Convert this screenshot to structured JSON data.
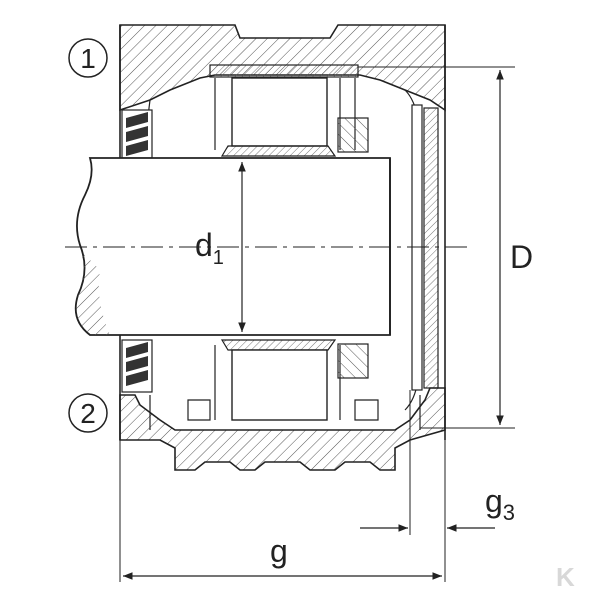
{
  "diagram": {
    "callouts": [
      {
        "id": "callout-1",
        "label": "1"
      },
      {
        "id": "callout-2",
        "label": "2"
      }
    ],
    "dimensions": {
      "d1": {
        "main": "d",
        "sub": "1"
      },
      "D": {
        "main": "D"
      },
      "g": {
        "main": "g"
      },
      "g3": {
        "main": "g",
        "sub": "3"
      }
    },
    "colors": {
      "line": "#222222",
      "hatch": "#444444",
      "background": "#ffffff",
      "logo": "#d8d8d8"
    },
    "logo": {
      "text": "K"
    }
  }
}
